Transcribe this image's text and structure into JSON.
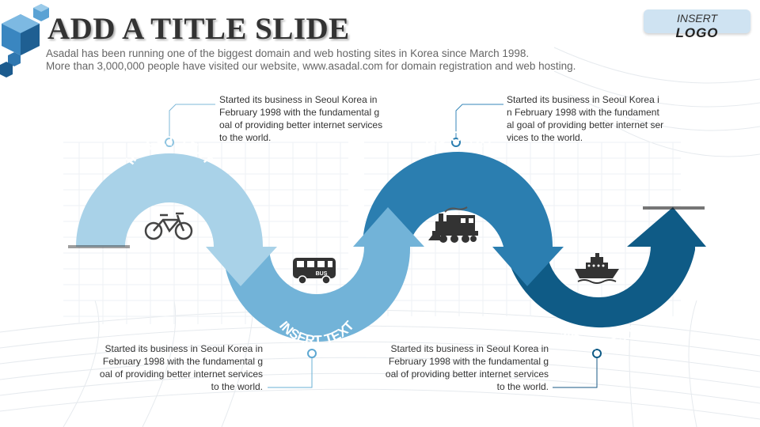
{
  "slide": {
    "title": "ADD A TITLE SLIDE",
    "subtitle_line1": "Asadal has been running one of the biggest domain and web hosting sites in Korea since March 1998.",
    "subtitle_line2": "More than 3,000,000 people have visited our website,  www.asadal.com for domain registration and web hosting."
  },
  "logo": {
    "line1": "INSERT",
    "line2": "LOGO"
  },
  "stages": [
    {
      "label": "INSERT TEXT",
      "icon": "bicycle-icon",
      "color": "#a9d2e8",
      "desc": [
        "Started its business in Seoul Korea in",
        "February 1998 with the fundamental g",
        "oal of providing better internet services",
        "to  the  world."
      ]
    },
    {
      "label": "INSERT TEXT",
      "icon": "bus-icon",
      "icon_text": "BUS",
      "color": "#72b3d8",
      "desc": [
        "Started its business in Seoul Korea in",
        "February 1998 with the fundamental g",
        "oal of providing better internet services",
        "to  the  world."
      ]
    },
    {
      "label": "INSERT TEXT",
      "icon": "train-icon",
      "color": "#2b7eb0",
      "desc": [
        "Started its business in Seoul Korea i",
        "n February 1998 with the fundament",
        "al goal of providing better internet ser",
        "vices to  the  world."
      ]
    },
    {
      "label": "INSERT TEXT",
      "icon": "ship-icon",
      "color": "#0f5b86",
      "desc": [
        "Started its business in Seoul Korea in",
        "February 1998 with the fundamental g",
        "oal of providing better internet services",
        "to  the  world."
      ]
    }
  ]
}
